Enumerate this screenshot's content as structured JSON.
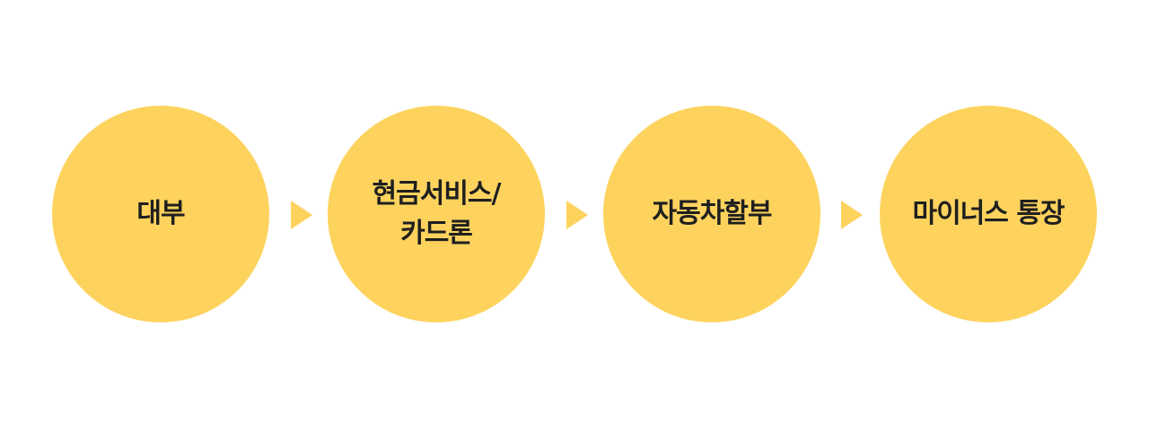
{
  "steps": [
    {
      "label": "대부"
    },
    {
      "label": "현금서비스/\n카드론"
    },
    {
      "label": "자동차할부"
    },
    {
      "label": "마이너스 통장"
    }
  ],
  "colors": {
    "circle": "#fdd35e",
    "arrow": "#fdd35e",
    "text": "#1f1f1f",
    "background": "#ffffff"
  }
}
